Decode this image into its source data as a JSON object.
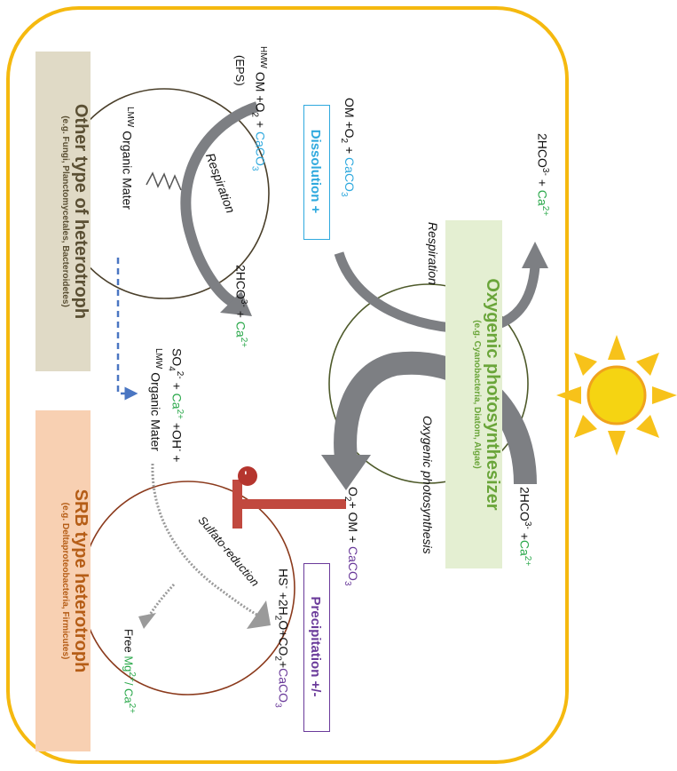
{
  "labels": {
    "oxygenic_title": "Oxygenic photosynthesizer",
    "oxygenic_sub": "(e.g. Cyanobacteria, Diatom, Algae)",
    "other_title": "Other type of heterotroph",
    "other_sub": "(e.g. Fungi, Planctomycetales, Bacteroidetes)",
    "srb_title": "SRB type heterotroph",
    "srb_sub": "(e.g. Deltaproteobacteria, Firmicutes)",
    "dissolution": "Dissolution +",
    "precipitation": "Precipitation +/-",
    "respiration_1": "Respiration",
    "respiration_2": "Respiration",
    "oxygenic_photosynthesis": "Oxygenic photosynthesis",
    "sulfato_reduction": "Sulfato-reduction",
    "inhibit_sign": "-"
  },
  "formulas": {
    "top_right_hco3": "2HCO",
    "top_right_hco3_sup": "3-",
    "top_right_plus": " + ",
    "top_right_ca": "Ca",
    "top_right_ca_sup": "2+",
    "om_o2_caco3_a": "OM +O",
    "om_o2_caco3_sub": "2",
    "om_o2_caco3_b": " + ",
    "om_o2_caco3_c": "CaCO",
    "om_o2_caco3_csub": "3",
    "hmw_sup": "HMW",
    "hmw_a": " OM +O",
    "hmw_sub2": "2",
    "hmw_b": " + ",
    "hmw_c": "CaCO",
    "hmw_csub": "3",
    "eps": "(EPS)",
    "lmw_sup_1": "LMW",
    "lmw_text_1": " Organic Mater",
    "mid_hco3": "2HCO",
    "mid_hco3_sup": "3-",
    "mid_plus": " + ",
    "mid_ca": "Ca",
    "mid_ca_sup": "2+",
    "so4": "SO",
    "so4_sub": "4",
    "so4_sup": "2-",
    "so4_plus": " + ",
    "so4_ca": "Ca",
    "so4_ca_sup": "2+",
    "so4_oh": " +OH",
    "so4_oh_sup": "-",
    "so4_end": " +",
    "lmw_sup_2": "LMW",
    "lmw_text_2": " Organic Mater",
    "o2_om_a": "O",
    "o2_om_sub": "2",
    "o2_om_b": "+ OM + ",
    "o2_om_c": "CaCO",
    "o2_om_csub": "3",
    "right_hco3": "2HCO",
    "right_hco3_sup": "3-",
    "right_plus": " +",
    "right_ca": "Ca",
    "right_ca_sup": "2+",
    "hs_a": "HS",
    "hs_sup": "-",
    "hs_b": " +2H",
    "hs_sub": "2",
    "hs_c": "O+CO",
    "hs_sub2": "2",
    "hs_d": "+",
    "hs_e": "CaCO",
    "hs_esub": "3",
    "free_a": "Free ",
    "free_mg": "Mg",
    "free_mg_sup": "2+",
    "free_slash": "/ ",
    "free_ca": "Ca",
    "free_ca_sup": "2+"
  },
  "colors": {
    "frame": "#f5b90f",
    "oxygenic_box": "#e4efd2",
    "oxygenic_text": "#6aa53a",
    "other_box": "#e0dac6",
    "other_text": "#5a4f33",
    "srb_box": "#f8d0b2",
    "srb_text": "#b55d16",
    "arrow_gray": "#7d7f83",
    "inhibit_red": "#c1493f"
  }
}
